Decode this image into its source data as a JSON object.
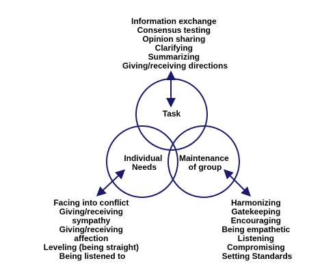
{
  "colors": {
    "circle_stroke": "#1a1a66",
    "arrow": "#1a1a66",
    "text": "#000000"
  },
  "task": {
    "label": "Task",
    "behaviors": [
      "Information exchange",
      "Consensus testing",
      "Opinion sharing",
      "Clarifying",
      "Summarizing",
      "Giving/receiving directions"
    ]
  },
  "individual": {
    "label_lines": [
      "Individual",
      "Needs"
    ],
    "behaviors": [
      "Facing into conflict",
      "Giving/receiving",
      "sympathy",
      "Giving/receiving",
      "affection",
      "Leveling (being straight)",
      "Being listened to"
    ]
  },
  "maintenance": {
    "label_lines": [
      "Maintenance",
      "of group"
    ],
    "behaviors": [
      "Harmonizing",
      "Gatekeeping",
      "Encouraging",
      "Being empathetic",
      "Listening",
      "Compromising",
      "Setting Standards"
    ]
  }
}
